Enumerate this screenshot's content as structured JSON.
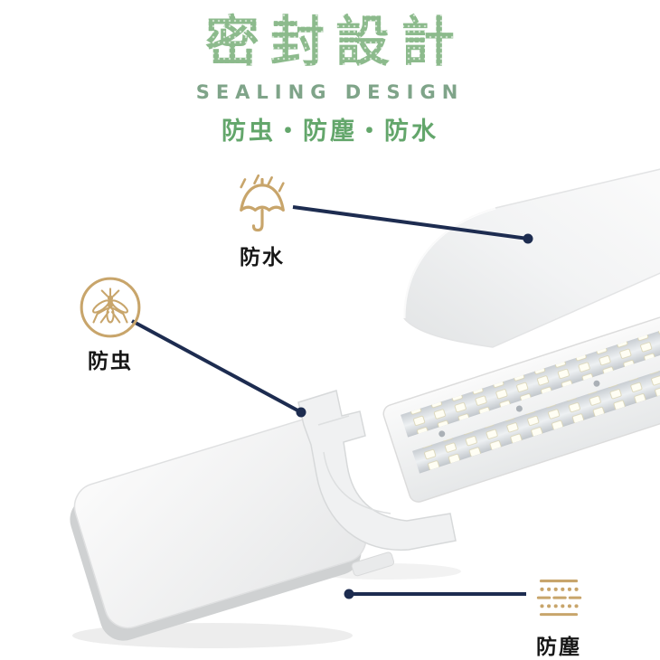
{
  "header": {
    "title": "密封設計",
    "subtitle": "SEALING DESIGN",
    "tagline": "防虫・防塵・防水"
  },
  "features": {
    "waterproof": {
      "label": "防水",
      "icon": "umbrella-rain-icon"
    },
    "insect_proof": {
      "label": "防虫",
      "icon": "no-mosquito-icon"
    },
    "dust_proof": {
      "label": "防塵",
      "icon": "dust-particles-icon"
    }
  },
  "product": {
    "parts": [
      "diffuser-cover",
      "led-board",
      "mounting-clip",
      "end-cap"
    ]
  },
  "colors": {
    "title_green": "#8cba8c",
    "subtitle_green": "#7fa489",
    "tagline_green": "#63a66b",
    "icon_gold": "#c8a56b",
    "connector_navy": "#1d2c50",
    "label_dark": "#161616"
  }
}
